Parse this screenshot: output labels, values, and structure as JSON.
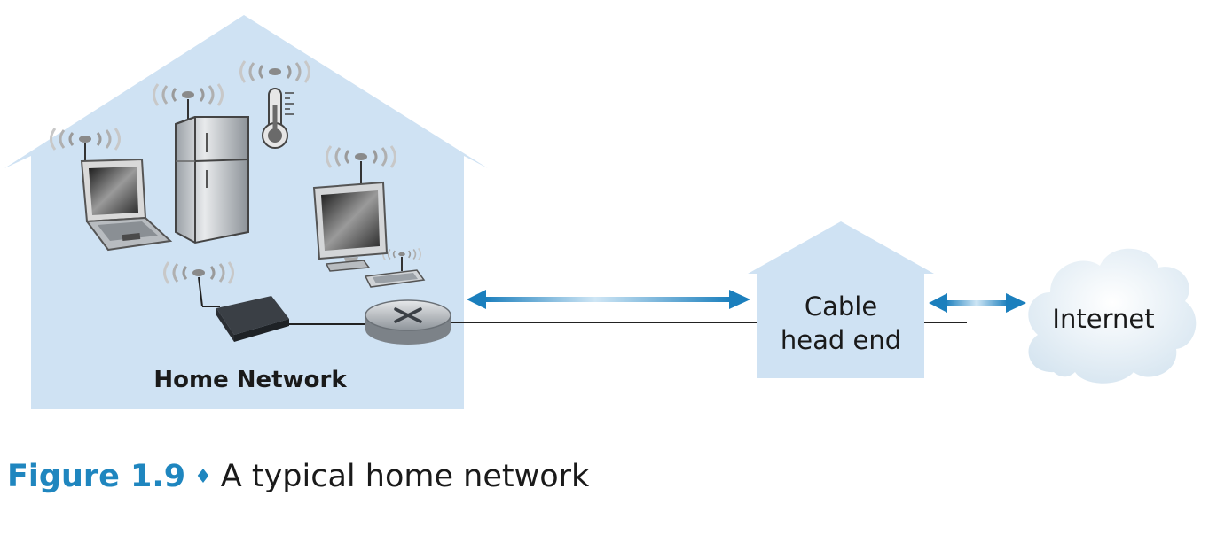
{
  "diagram": {
    "home_label": "Home Network",
    "head_end_line1": "Cable",
    "head_end_line2": "head end",
    "internet_label": "Internet"
  },
  "caption": {
    "figure_label": "Figure 1.9",
    "separator": "♦",
    "text": "A typical home network"
  },
  "colors": {
    "building_fill": "#cfe2f3",
    "arrow_blue": "#1b7fbd",
    "caption_blue": "#1f86bf"
  }
}
